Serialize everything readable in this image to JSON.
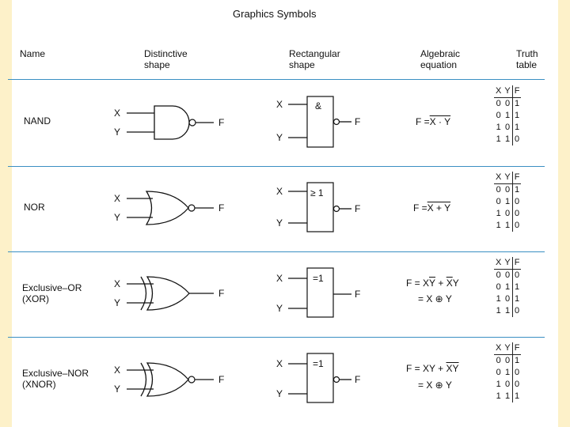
{
  "title": "Graphics Symbols",
  "headers": {
    "name": "Name",
    "distinctive": [
      "Distinctive",
      "shape"
    ],
    "rectangular": [
      "Rectangular",
      "shape"
    ],
    "algebraic": [
      "Algebraic",
      "equation"
    ],
    "truth": [
      "Truth",
      "table"
    ]
  },
  "labels": {
    "x": "X",
    "y": "Y",
    "f": "F"
  },
  "gates": [
    {
      "name_lines": [
        "NAND",
        ""
      ],
      "rect_symbol": "&",
      "eq_line1": [
        "F = ",
        "X · Y",
        ""
      ],
      "eq_line2": "",
      "tt_head": [
        "X",
        "Y",
        "F"
      ],
      "tt": [
        [
          "0",
          "0",
          "1"
        ],
        [
          "0",
          "1",
          "1"
        ],
        [
          "1",
          "0",
          "1"
        ],
        [
          "1",
          "1",
          "0"
        ]
      ]
    },
    {
      "name_lines": [
        "NOR",
        ""
      ],
      "rect_symbol": "≥ 1",
      "eq_line1": [
        "F = ",
        "X + Y",
        ""
      ],
      "eq_line2": "",
      "tt_head": [
        "X",
        "Y",
        "F"
      ],
      "tt": [
        [
          "0",
          "0",
          "1"
        ],
        [
          "0",
          "1",
          "0"
        ],
        [
          "1",
          "0",
          "0"
        ],
        [
          "1",
          "1",
          "0"
        ]
      ]
    },
    {
      "name_lines": [
        "Exclusive–OR",
        "(XOR)"
      ],
      "rect_symbol": "=1",
      "eq_line1": [
        "F = X",
        "Y",
        " + ",
        "X",
        "Y"
      ],
      "eq_line2": "= X ⊕ Y",
      "tt_head": [
        "X",
        "Y",
        "F"
      ],
      "tt": [
        [
          "0",
          "0",
          "0"
        ],
        [
          "0",
          "1",
          "1"
        ],
        [
          "1",
          "0",
          "1"
        ],
        [
          "1",
          "1",
          "0"
        ]
      ]
    },
    {
      "name_lines": [
        "Exclusive–NOR",
        "(XNOR)"
      ],
      "rect_symbol": "=1",
      "eq_line1": [
        "F = XY + ",
        "X",
        "Y"
      ],
      "eq_line2": "= X ⊕ Y",
      "tt_head": [
        "X",
        "Y",
        "F"
      ],
      "tt": [
        [
          "0",
          "0",
          "1"
        ],
        [
          "0",
          "1",
          "0"
        ],
        [
          "1",
          "0",
          "0"
        ],
        [
          "1",
          "1",
          "1"
        ]
      ]
    }
  ]
}
